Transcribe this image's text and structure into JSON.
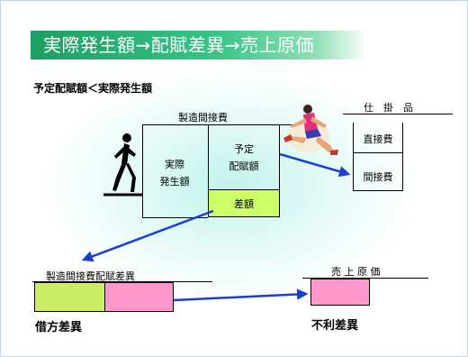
{
  "slide": {
    "title": "実際発生額→配賦差異→売上原価",
    "subtitle": "予定配賦額＜実際発生額"
  },
  "overhead_account": {
    "title": "製造間接費",
    "actual_label_line1": "実際",
    "actual_label_line2": "発生額",
    "applied_label_line1": "予定",
    "applied_label_line2": "配賦額",
    "difference_label": "差額"
  },
  "wip_account": {
    "title": "仕　掛　品",
    "direct_label": "直接費",
    "indirect_label": "間接費"
  },
  "variance_account": {
    "title": "製造間接費配賦差異",
    "debit_label": "借方差異"
  },
  "cogs_account": {
    "title": "売 上 原 価",
    "unfavorable_label": "不利差異"
  },
  "colors": {
    "title_bar": "#1c9e63",
    "arrow": "#1a3fd1",
    "difference_fill": "#ccff66",
    "variance_green": "#ccee66",
    "variance_pink": "#ff99cc"
  }
}
